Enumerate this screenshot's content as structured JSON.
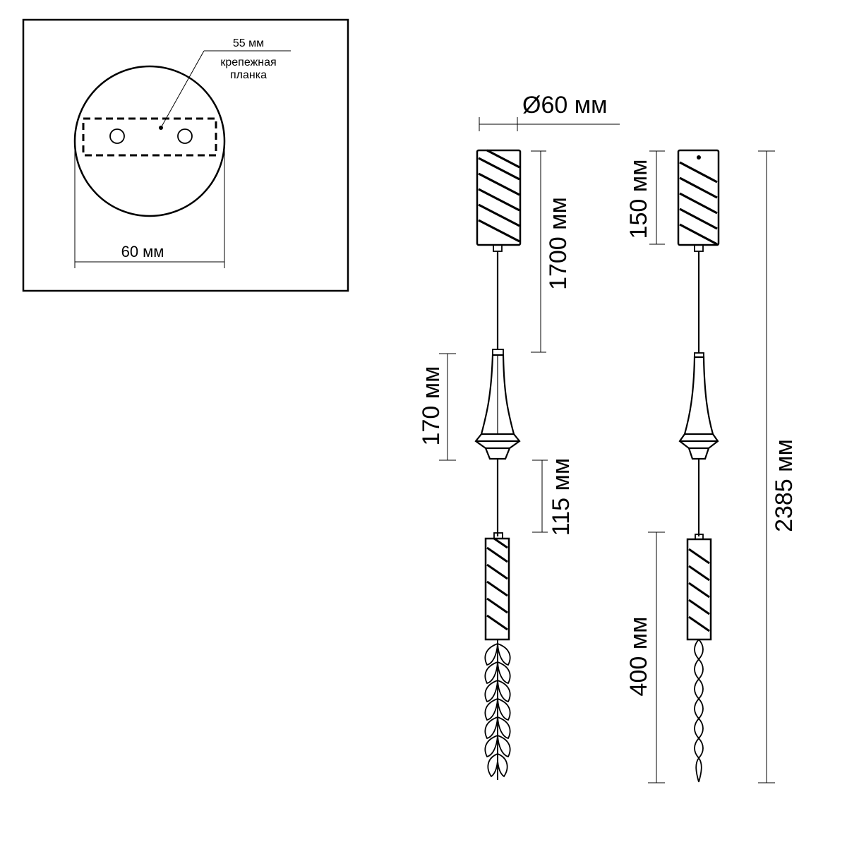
{
  "inset": {
    "plate_width": "55 мм",
    "plate_label_line1": "крепежная",
    "plate_label_line2": "планка",
    "canopy_diameter": "60 мм"
  },
  "front_view": {
    "diameter": "Ø60 мм",
    "cable_length": "1700 мм",
    "mid_element": "170 мм",
    "lower_cable": "115 мм"
  },
  "side_view": {
    "canopy_height": "150 мм",
    "total_height": "2385 мм",
    "pendant_length": "400 мм"
  }
}
